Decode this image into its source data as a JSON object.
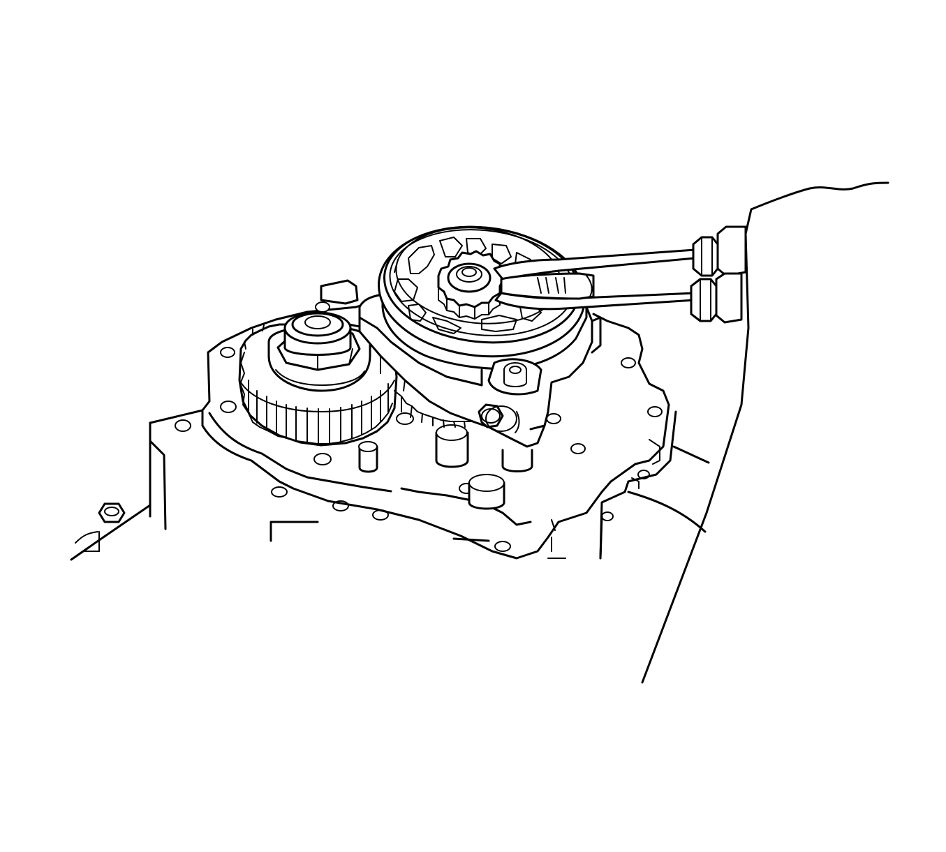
{
  "figure": {
    "background": "#ffffff",
    "line_color": "#000000",
    "components": [
      "transmission-case",
      "housing-flange",
      "valve-body-cover",
      "helical-gear",
      "gear-nut",
      "pump-housing",
      "pump-bolt",
      "drive-gear",
      "pliers"
    ]
  }
}
